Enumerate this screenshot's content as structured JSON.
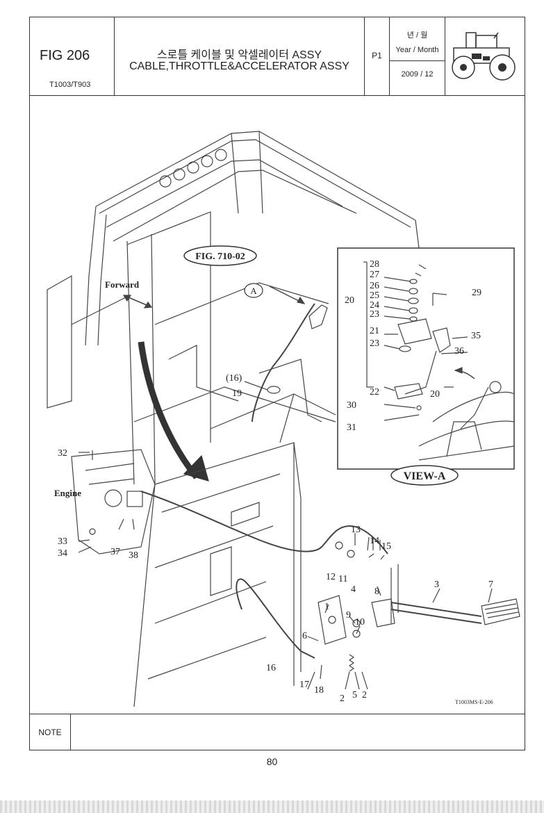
{
  "header": {
    "fig_number": "FIG 206",
    "models": "T1003/T903",
    "title_korean": "스로틀 케이블 및 악셀레이터 ASSY",
    "title_english": "CABLE,THROTTLE&ACCELERATOR ASSY",
    "page_ref": "P1",
    "year_month_korean": "년 / 월",
    "year_month_english": "Year / Month",
    "year_month_value": "2009 / 12",
    "tractor_icon": "tractor-icon"
  },
  "diagram": {
    "fig_ref_label": "FIG. 710-02",
    "view_label": "VIEW-A",
    "view_marker": "A",
    "forward_label": "Forward",
    "engine_label": "Engine",
    "drawing_code": "T1003MS-E-206",
    "callouts_main": [
      "1",
      "2",
      "2",
      "3",
      "4",
      "5",
      "6",
      "7",
      "8",
      "9",
      "10",
      "11",
      "12",
      "13",
      "14",
      "15",
      "16",
      "17",
      "18",
      "(16)",
      "19",
      "32",
      "33",
      "34",
      "37",
      "38"
    ],
    "callouts_view": [
      "28",
      "27",
      "26",
      "25",
      "24",
      "23",
      "21",
      "23",
      "22",
      "20",
      "29",
      "35",
      "36",
      "20",
      "30",
      "31"
    ]
  },
  "footer": {
    "note_label": "NOTE",
    "page_number": "80"
  }
}
